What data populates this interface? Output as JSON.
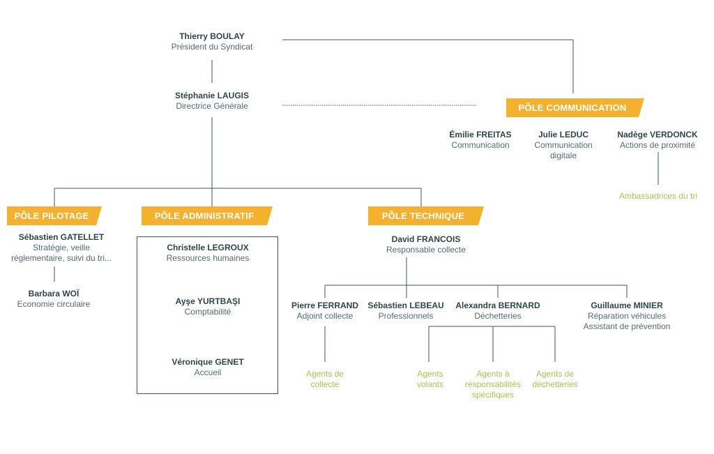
{
  "president": {
    "name": "Thierry BOULAY",
    "role": "Président du Syndicat"
  },
  "director": {
    "name": "Stéphanie LAUGIS",
    "role": "Directrice Générale"
  },
  "poles": {
    "communication": "PÔLE COMMUNICATION",
    "pilotage": "PÔLE PILOTAGE",
    "administratif": "PÔLE ADMINISTRATIF",
    "technique": "PÔLE TECHNIQUE"
  },
  "communication": {
    "members": [
      {
        "name": "Émilie FREITAS",
        "role": "Communication"
      },
      {
        "name": "Julie LEDUC",
        "role1": "Communication",
        "role2": "digitale"
      },
      {
        "name": "Nadège VERDONCK",
        "role": "Actions de proximité"
      }
    ],
    "agents": "Ambassadrices du tri"
  },
  "pilotage": {
    "members": [
      {
        "name": "Sébastien GATELLET",
        "role1": "Stratégie, veille",
        "role2": "réglementaire, suivi du tri..."
      },
      {
        "name": "Barbara WOÏ",
        "role": "Economie circulaire"
      }
    ]
  },
  "administratif": {
    "members": [
      {
        "name": "Christelle LEGROUX",
        "role": "Ressources humaines"
      },
      {
        "name": "Ayşe YURTBAŞI",
        "role": "Comptabilité"
      },
      {
        "name": "Véronique GENET",
        "role": "Accueil"
      }
    ]
  },
  "technique": {
    "head": {
      "name": "David FRANCOIS",
      "role": "Responsable collecte"
    },
    "members": [
      {
        "name": "Pierre FERRAND",
        "role": "Adjoint collecte"
      },
      {
        "name": "Sébastien LEBEAU",
        "role": "Professionnels"
      },
      {
        "name": "Alexandra BERNARD",
        "role": "Déchetteries"
      },
      {
        "name": "Guillaume MINIER",
        "role1": "Réparation véhicules",
        "role2": "Assistant de prévention"
      }
    ],
    "agents": [
      {
        "l1": "Agents de",
        "l2": "collecte"
      },
      {
        "l1": "Agents",
        "l2": "volants"
      },
      {
        "l1": "Agents à",
        "l2": "responsabilités",
        "l3": "spécifiques"
      },
      {
        "l1": "Agents de",
        "l2": "déchetteries"
      }
    ]
  },
  "colors": {
    "pole": "#f3b12d",
    "line": "#3f5454",
    "agent": "#a9c64a"
  }
}
